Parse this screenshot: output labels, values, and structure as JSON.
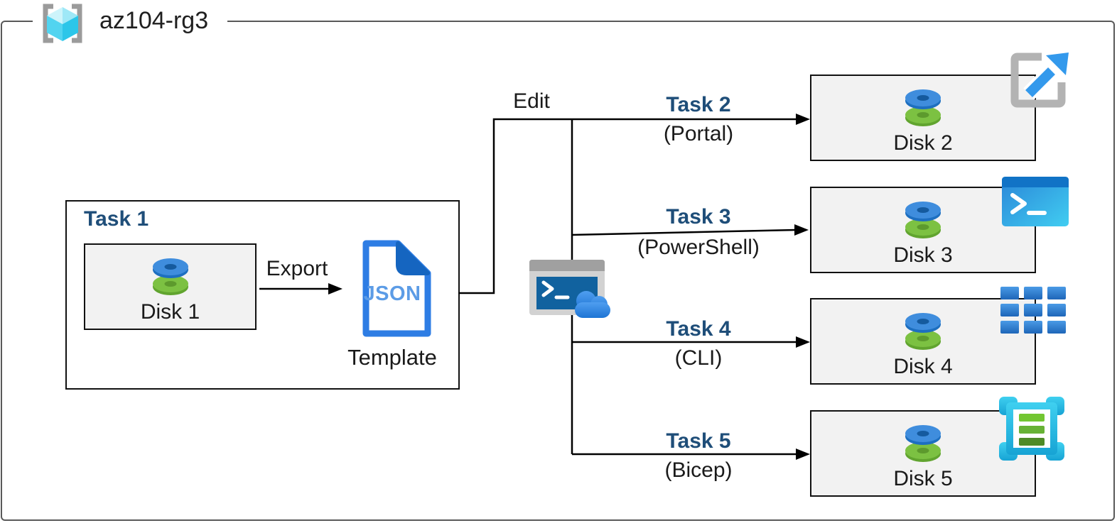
{
  "resource_group": {
    "name": "az104-rg3",
    "icon": "resource-group-icon"
  },
  "task1": {
    "title": "Task 1",
    "disk": {
      "label": "Disk 1",
      "icon": "managed-disk-icon"
    },
    "export_label": "Export",
    "json_doc": {
      "text": "JSON",
      "caption": "Template",
      "icon": "json-file-icon"
    }
  },
  "edit_label": "Edit",
  "cloud_shell": {
    "icon": "cloud-shell-icon"
  },
  "branches": [
    {
      "task": "Task 2",
      "method": "(Portal)",
      "disk": "Disk 2",
      "tool_icon": "azure-portal-icon"
    },
    {
      "task": "Task 3",
      "method": "(PowerShell)",
      "disk": "Disk 3",
      "tool_icon": "powershell-icon"
    },
    {
      "task": "Task 4",
      "method": "(CLI)",
      "disk": "Disk 4",
      "tool_icon": "azure-cli-icon"
    },
    {
      "task": "Task 5",
      "method": "(Bicep)",
      "disk": "Disk 5",
      "tool_icon": "bicep-template-icon"
    }
  ],
  "colors": {
    "task_label_blue": "#1F4E79",
    "box_fill": "#F2F2F2",
    "frame_border": "#595959",
    "connector": "#000000",
    "json_border_blue": "#2E7DE4",
    "json_text_blue": "#5C9CE6",
    "disk_blue": "#3F8DDD",
    "disk_green": "#7CC142",
    "cube_cyan": "#4FD4F0"
  }
}
